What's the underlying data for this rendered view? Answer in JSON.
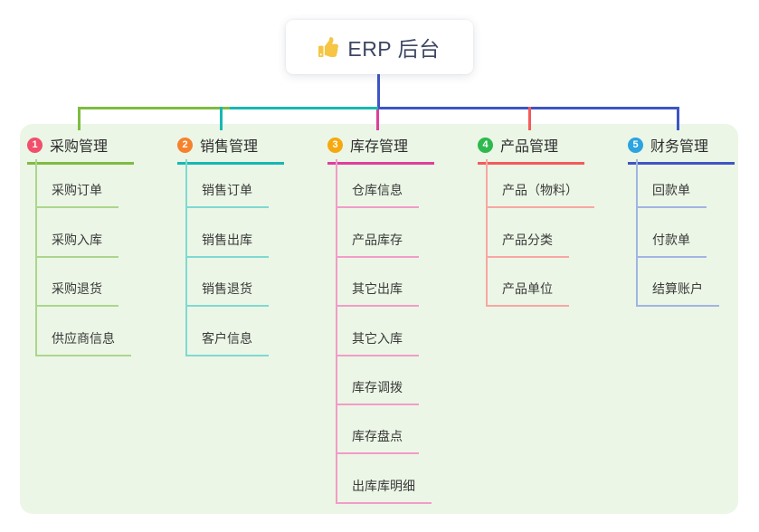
{
  "root": {
    "icon": "thumbs-up-icon",
    "label": "ERP 后台"
  },
  "branches": [
    {
      "badge": "1",
      "label": "采购管理",
      "badge_color": "#F0506B",
      "line_color": "#7EBC40",
      "sub_line_color": "#ACD68C",
      "children": [
        "采购订单",
        "采购入库",
        "采购退货",
        "供应商信息"
      ]
    },
    {
      "badge": "2",
      "label": "销售管理",
      "badge_color": "#F6822D",
      "line_color": "#17B8B2",
      "sub_line_color": "#7FD9D2",
      "children": [
        "销售订单",
        "销售出库",
        "销售退货",
        "客户信息"
      ]
    },
    {
      "badge": "3",
      "label": "库存管理",
      "badge_color": "#F6A90F",
      "line_color": "#E03D9B",
      "sub_line_color": "#F29CC7",
      "children": [
        "仓库信息",
        "产品库存",
        "其它出库",
        "其它入库",
        "库存调拨",
        "库存盘点",
        "出库库明细"
      ]
    },
    {
      "badge": "4",
      "label": "产品管理",
      "badge_color": "#2EB94E",
      "line_color": "#F45A5A",
      "sub_line_color": "#F9A6A2",
      "children": [
        "产品（物料）",
        "产品分类",
        "产品单位"
      ]
    },
    {
      "badge": "5",
      "label": "财务管理",
      "badge_color": "#2BA4E0",
      "line_color": "#3D55C4",
      "sub_line_color": "#A2B4E4",
      "children": [
        "回款单",
        "付款单",
        "结算账户"
      ]
    }
  ],
  "colors": {
    "canvas_bg": "#EBF6E6",
    "root_connector": "#3D55C4",
    "root_text": "#3D4663",
    "thumb_icon": "#F6C544"
  }
}
